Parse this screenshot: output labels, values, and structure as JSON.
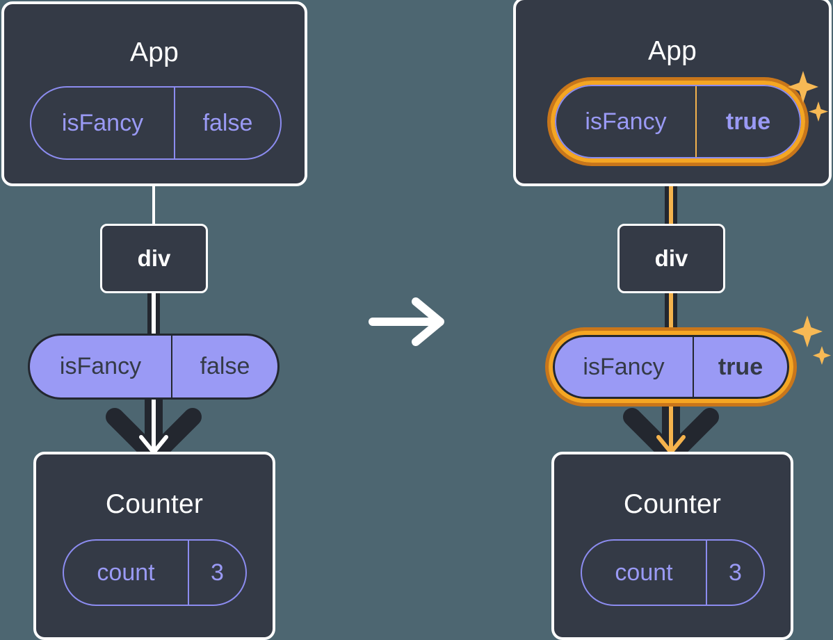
{
  "diagram": {
    "type": "react-state-propagation",
    "background_color": "#4d6671",
    "transition_icon": "arrow-right-icon",
    "panel_bg": "#343a46",
    "panel_border": "#ffffff",
    "pill_accent": "#9a9af5",
    "highlight_color": "#f5a623",
    "highlight_shadow": "#c9761a",
    "wire_dark": "#23272f",
    "wire_light": "#ffffff"
  },
  "before": {
    "app": {
      "title": "App",
      "state_pill": {
        "key": "isFancy",
        "value": "false",
        "highlighted": false,
        "style": "outline"
      }
    },
    "div_node": {
      "label": "div"
    },
    "prop_pill": {
      "key": "isFancy",
      "value": "false",
      "highlighted": false,
      "style": "solid"
    },
    "counter": {
      "title": "Counter",
      "state_pill": {
        "key": "count",
        "value": "3",
        "highlighted": false,
        "style": "outline"
      }
    }
  },
  "after": {
    "app": {
      "title": "App",
      "state_pill": {
        "key": "isFancy",
        "value": "true",
        "highlighted": true,
        "style": "outline"
      },
      "sparkle": "sparkle-icon"
    },
    "div_node": {
      "label": "div"
    },
    "prop_pill": {
      "key": "isFancy",
      "value": "true",
      "highlighted": true,
      "style": "solid",
      "sparkle": "sparkle-icon"
    },
    "counter": {
      "title": "Counter",
      "state_pill": {
        "key": "count",
        "value": "3",
        "highlighted": false,
        "style": "outline"
      }
    }
  }
}
